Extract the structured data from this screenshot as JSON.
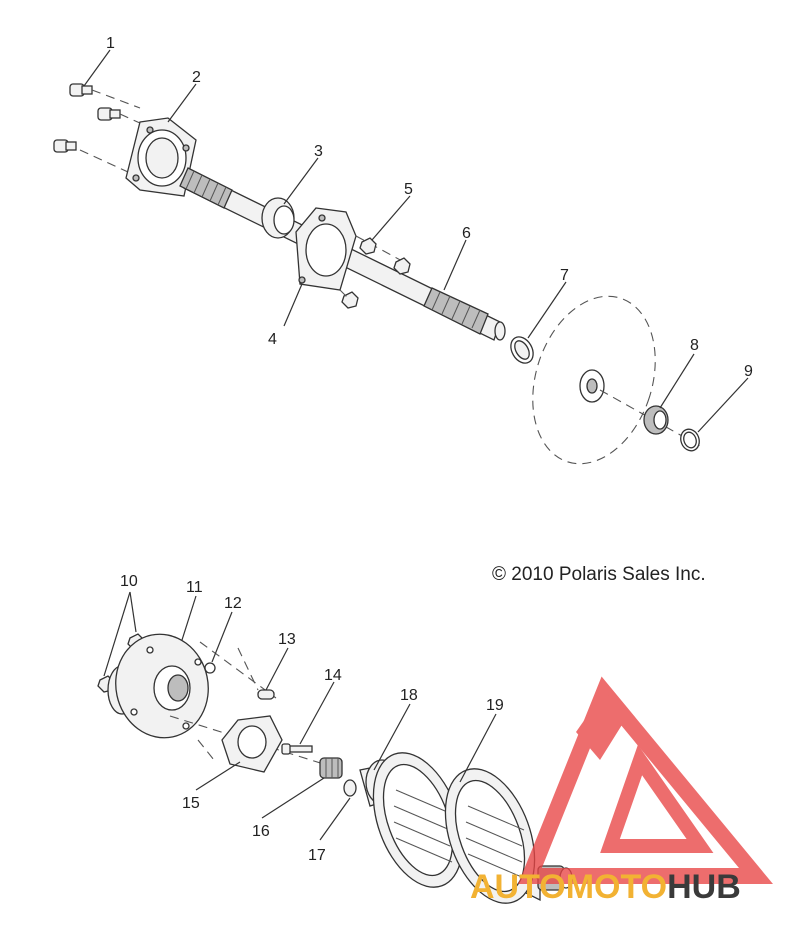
{
  "copyright": "© 2010 Polaris Sales Inc.",
  "watermark": {
    "part1": "AUTO",
    "part2": "MOTO",
    "part3": "HUB",
    "colors": {
      "logo": "#e84545",
      "auto": "#f2b233",
      "moto": "#f2b233",
      "hub": "#3a3a3a"
    }
  },
  "callouts": [
    "1",
    "2",
    "3",
    "4",
    "5",
    "6",
    "7",
    "8",
    "9",
    "10",
    "11",
    "12",
    "13",
    "14",
    "15",
    "16",
    "17",
    "18",
    "19"
  ]
}
